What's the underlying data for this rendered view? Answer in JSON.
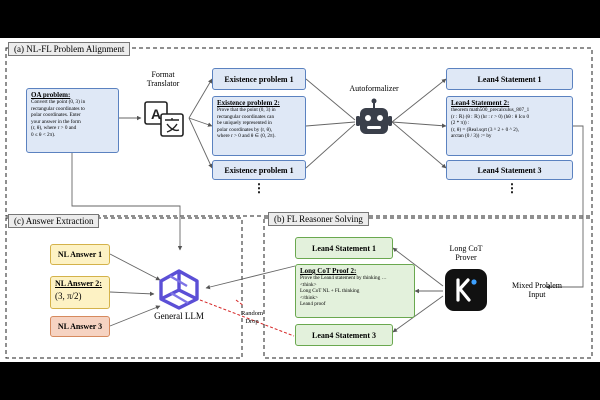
{
  "sections": {
    "alignment": "(a) NL-FL Problem Alignment",
    "extraction": "(c) Answer Extraction",
    "solving": "(b) FL Reasoner Solving"
  },
  "oa_problem": {
    "title": "OA problem:",
    "lines": [
      "Convert the point (0, 3) in",
      "rectangular coordinates to",
      "polar coordinates. Enter",
      "your answer in the form",
      "(r, θ), where r > 0 and",
      "0 ≤ θ < 2π)."
    ]
  },
  "format_translator": {
    "label_line1": "Format",
    "label_line2": "Translator"
  },
  "existence": {
    "first": "Existence problem 1",
    "second_title": "Existence problem 2:",
    "second_lines": [
      "Prove that the point (0, 3) in",
      "rectangular coordinates can",
      "be uniquely represented in",
      "polar coordinates by (r, θ),",
      "where r > 0 and θ ∈ (0, 2π)."
    ],
    "third": "Existence problem 1"
  },
  "autoformalizer": "Autoformalizer",
  "lean_top": {
    "first": "Lean4 Statement 1",
    "second_title": "Lean4 Statement 2:",
    "second_lines": [
      "theorem math500_precalculus_807_1",
      "(r : ℝ) (θ : ℝ) (hr : r > 0) (hθ : θ Ico 0",
      "(2 * π)) :",
      "(r, θ) = (Real.sqrt (3 ^ 2 + 0 ^ 2),",
      "arctan (0 / 3)) := by"
    ],
    "third": "Lean4 Statement 3"
  },
  "solving": {
    "first": "Lean4 Statement 1",
    "proof_title": "Long CoT Proof 2:",
    "proof_lines": [
      "Prove the Lean4 statement by thinking …",
      "<think>",
      "Long CoT NL + FL thinking",
      "</think>",
      "Lean4 proof"
    ],
    "third": "Lean4 Statement 3"
  },
  "prover": {
    "line1": "Long CoT",
    "line2": "Prover"
  },
  "mixed_input": {
    "line1": "Mixed Problem",
    "line2": "Input"
  },
  "answers": {
    "first": "NL Answer 1",
    "second_title": "NL Answer 2:",
    "second_value": "(3, π/2)",
    "third": "NL Answer 3"
  },
  "general_llm": "General LLM",
  "random_drop": {
    "line1": "Random",
    "line2": "Drop"
  },
  "colors": {
    "blue_fill": "#dfe8f6",
    "green_fill": "#e3f1dc",
    "yellow_fill": "#fdf2c4",
    "red_fill": "#f6d3c2",
    "llm_purple": "#5b4fd6",
    "drop_red": "#d62828"
  }
}
